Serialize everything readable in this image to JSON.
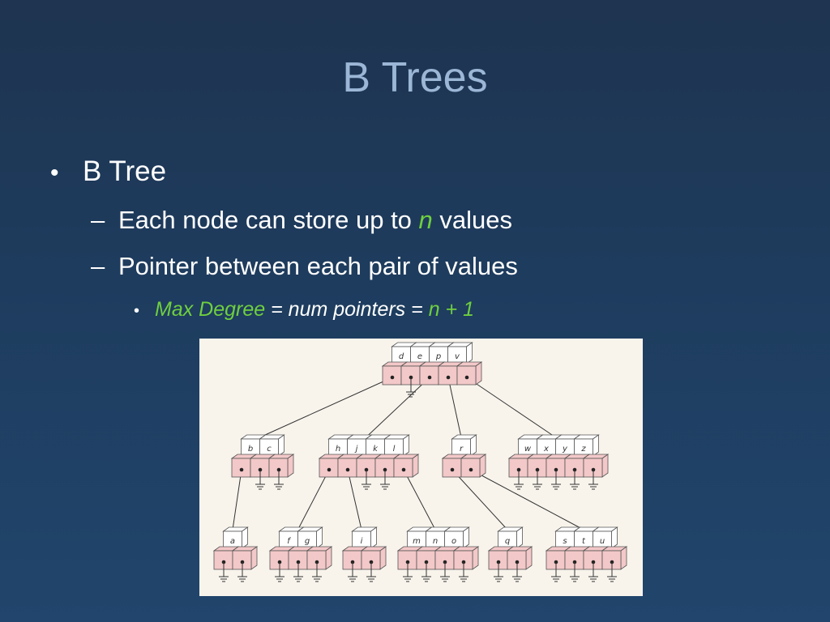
{
  "slide": {
    "title": "B Trees",
    "bullet_level1": "B Tree",
    "bullet_level2": [
      {
        "before": "Each node can store up to ",
        "var": "n",
        "after": " values"
      },
      {
        "before": "Pointer between each pair of values"
      }
    ],
    "bullet_level3": {
      "term": "Max Degree",
      "middle": " = num pointers = ",
      "formula": "n + 1"
    },
    "colors": {
      "accent_green": "#6fcf3f",
      "title": "#9bb6d6",
      "node_pointer_fill": "#f3c8c8"
    }
  },
  "diagram": {
    "nodes": [
      {
        "id": "root",
        "keys": [
          "d",
          "e",
          "p",
          "v"
        ]
      },
      {
        "id": "bc",
        "keys": [
          "b",
          "c"
        ]
      },
      {
        "id": "hjkl",
        "keys": [
          "h",
          "j",
          "k",
          "l"
        ]
      },
      {
        "id": "r",
        "keys": [
          "r"
        ]
      },
      {
        "id": "wxyz",
        "keys": [
          "w",
          "x",
          "y",
          "z"
        ]
      },
      {
        "id": "a",
        "keys": [
          "a"
        ]
      },
      {
        "id": "fg",
        "keys": [
          "f",
          "g"
        ]
      },
      {
        "id": "i",
        "keys": [
          "i"
        ]
      },
      {
        "id": "mno",
        "keys": [
          "m",
          "n",
          "o"
        ]
      },
      {
        "id": "q",
        "keys": [
          "q"
        ]
      },
      {
        "id": "stu",
        "keys": [
          "s",
          "t",
          "u"
        ]
      }
    ]
  }
}
